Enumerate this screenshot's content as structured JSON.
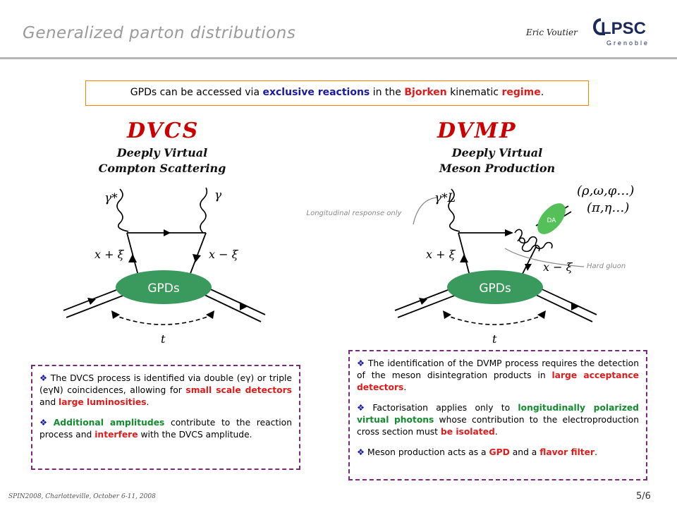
{
  "header": {
    "title": "Generalized parton distributions",
    "author": "Eric Voutier",
    "logo_text": "LPSC",
    "logo_sub": "Grenoble"
  },
  "intro": {
    "pre": "GPDs can be accessed via ",
    "kw1": "exclusive reactions",
    "mid1": " in the ",
    "kw2": "Bjorken",
    "mid2": " kinematic ",
    "kw3": "regime",
    "post": "."
  },
  "dvcs": {
    "name": "DVCS",
    "sub1": "Deeply Virtual",
    "sub2": "Compton Scattering",
    "blob": "GPDs",
    "lbl_gamma_star": "γ*",
    "lbl_gamma": "γ",
    "lbl_x_plus": "x + ξ",
    "lbl_x_minus": "x − ξ",
    "lbl_t": "t"
  },
  "dvmp": {
    "name": "DVMP",
    "sub1": "Deeply Virtual",
    "sub2": "Meson Production",
    "blob": "GPDs",
    "lbl_gamma_star": "γ*L",
    "lbl_meson1": "(ρ,ω,φ…)",
    "lbl_meson2": "(π,η…)",
    "lbl_da": "DA",
    "lbl_x_plus": "x + ξ",
    "lbl_x_minus": "x − ξ",
    "lbl_t": "t",
    "note_long": "Longitudinal response only",
    "note_gluon": "Hard gluon"
  },
  "box_left": {
    "p1_a": "The DVCS process is identified via double (eγ) or triple (eγN) coincidences, allowing for ",
    "p1_kw1": "small scale detectors",
    "p1_b": " and ",
    "p1_kw2": "large luminosities",
    "p1_c": ".",
    "p2_kw1": "Additional amplitudes",
    "p2_a": " contribute to the reaction process and ",
    "p2_kw2": "interfere",
    "p2_b": " with the DVCS amplitude."
  },
  "box_right": {
    "p1_a": "The identification of the DVMP process requires the detection of the meson disintegration products in ",
    "p1_kw1": "large acceptance detectors",
    "p1_b": ".",
    "p2_a": "Factorisation applies only to ",
    "p2_kw1": "longitudinally polarized virtual photons",
    "p2_b": " whose contribution to the electroproduction cross section must ",
    "p2_kw2": "be isolated",
    "p2_c": ".",
    "p3_a": "Meson production acts as a ",
    "p3_kw1": "GPD",
    "p3_b": " and a ",
    "p3_kw2": "flavor filter",
    "p3_c": "."
  },
  "footer": {
    "conference": "SPIN2008, Charlotteville, October 6-11, 2008",
    "page": "5/6"
  },
  "colors": {
    "accent_orange": "#ff7f00",
    "keyword_blue": "#1a1aa8",
    "keyword_red": "#e01b1b",
    "keyword_green": "#138c2e",
    "blob_green": "#3a9a5e",
    "da_green": "#55c05a",
    "box_border": "#7a2a7a"
  }
}
